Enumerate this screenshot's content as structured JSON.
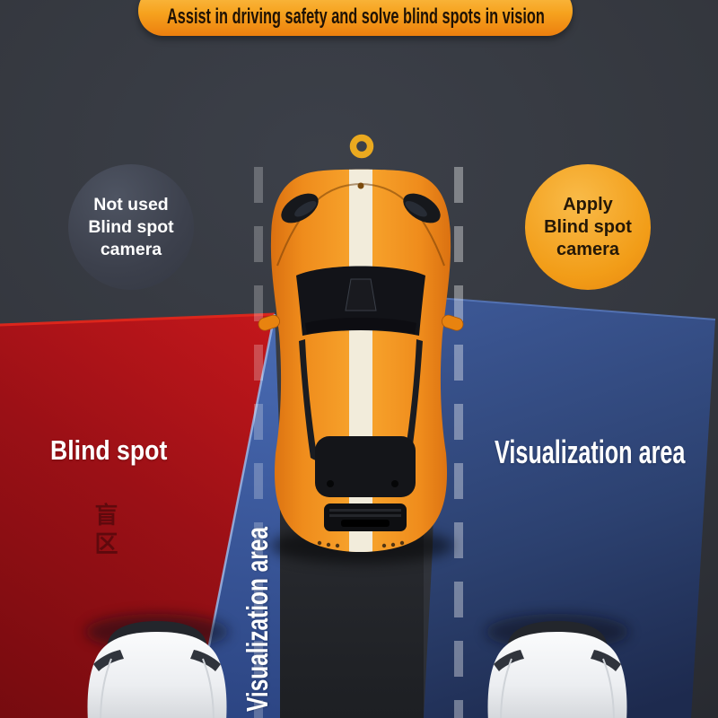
{
  "banner": {
    "text": "Assist in driving safety and solve blind spots in vision"
  },
  "bubbles": {
    "left": "Not used\nBlind spot\ncamera",
    "right": "Apply\nBlind spot\ncamera"
  },
  "labels": {
    "blind_spot": "Blind spot",
    "visualization_right": "Visualization area",
    "visualization_left_vertical": "Visualization area",
    "blind_spot_watermark_cn": "盲区"
  },
  "colors": {
    "banner_orange": "#f6a21e",
    "blind_spot_red": "#a01218",
    "visualization_blue": "#2e4474",
    "left_beam_blue": "#3d5fa8",
    "highlight_yellow": "#eaa91f",
    "subject_car_orange": "#f29a26",
    "background_charcoal": "#34373e"
  }
}
